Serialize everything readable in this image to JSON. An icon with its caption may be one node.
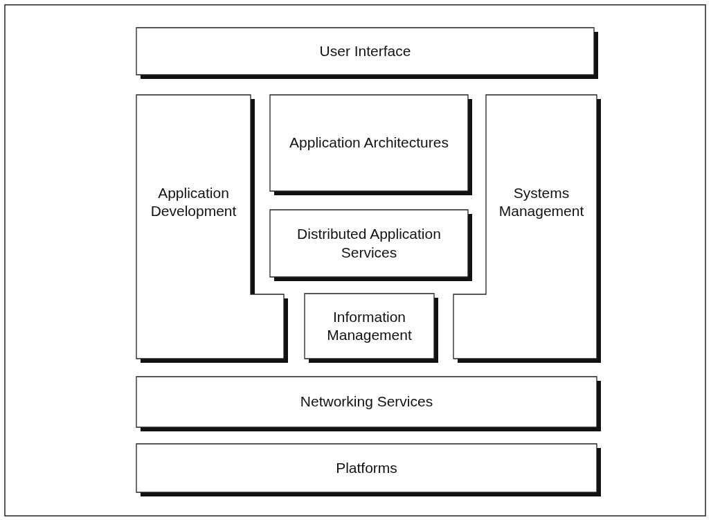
{
  "diagram": {
    "nodes": [
      {
        "text": [
          "User Interface"
        ]
      },
      {
        "text": [
          "Application Development"
        ]
      },
      {
        "text": [
          "Application Architectures"
        ]
      },
      {
        "text": [
          "Distributed Application Services"
        ]
      },
      {
        "text": [
          "Information Management"
        ]
      },
      {
        "text": [
          "Systems Management"
        ]
      },
      {
        "text": [
          "Networking Services"
        ]
      },
      {
        "text": [
          "Platforms"
        ]
      }
    ]
  }
}
